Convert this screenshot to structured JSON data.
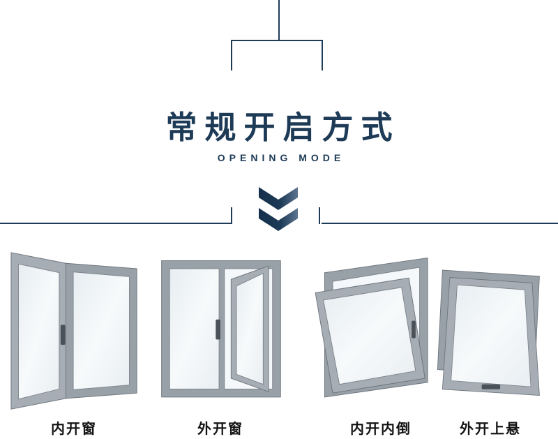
{
  "page": {
    "title": "常规开启方式",
    "subtitle": "OPENING MODE"
  },
  "modes": [
    {
      "label": "内开窗",
      "icon": "inward-casement-window-illustration"
    },
    {
      "label": "外开窗",
      "icon": "outward-casement-window-illustration"
    },
    {
      "label": "内开内倒",
      "icon": "tilt-and-turn-window-illustration"
    },
    {
      "label": "外开上悬",
      "icon": "top-hung-window-illustration"
    }
  ],
  "icons": {
    "divider_arrow": "chevron-down-icon"
  },
  "colors": {
    "accent_navy": "#1d3a56",
    "frame_gray": "#98a0a8",
    "sash_gray": "#a6adb4",
    "glass": "#f3f7f9",
    "label_text": "#141414"
  }
}
